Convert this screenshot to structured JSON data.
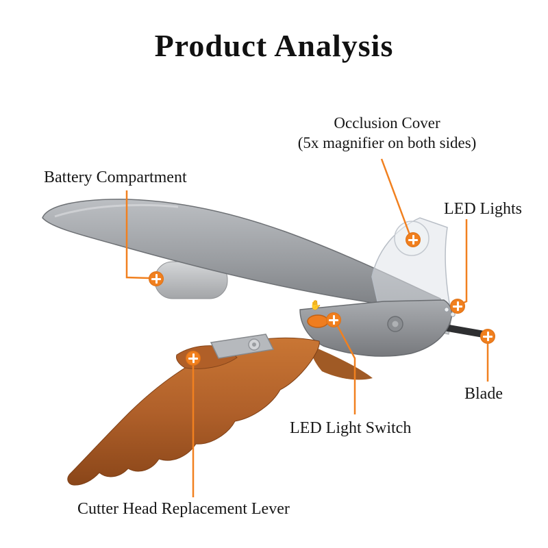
{
  "page": {
    "title": "Product Analysis"
  },
  "colors": {
    "accent_orange": "#f1801f",
    "handle_orange": "#b5622d",
    "body_gray": "#9ea1a5",
    "blade_dark": "#2e2f31"
  },
  "icons": {
    "hand": "✋",
    "plus_marker": "plus"
  },
  "labels": [
    {
      "id": "occlusion-cover",
      "lines": [
        "Occlusion Cover",
        "(5x magnifier on both sides)"
      ]
    },
    {
      "id": "battery-compartment",
      "text": "Battery Compartment"
    },
    {
      "id": "led-lights",
      "text": "LED Lights"
    },
    {
      "id": "blade",
      "text": "Blade"
    },
    {
      "id": "led-light-switch",
      "text": "LED Light Switch"
    },
    {
      "id": "cutter-head-replacement-lever",
      "text": "Cutter Head Replacement Lever"
    }
  ]
}
